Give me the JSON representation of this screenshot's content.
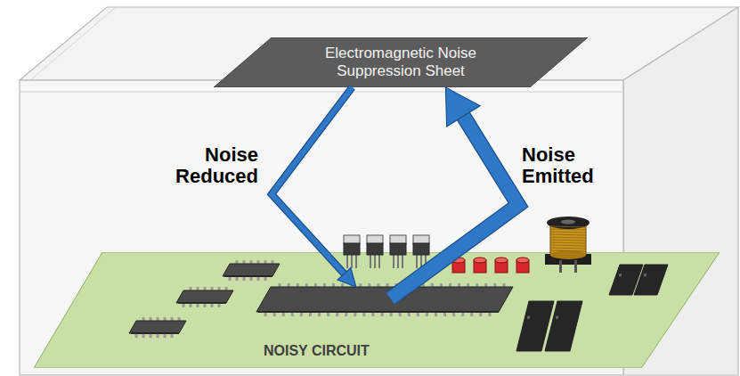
{
  "diagram": {
    "nodes": [
      {
        "text": [
          "Electromagnetic Noise Suppression Sheet"
        ]
      },
      {
        "text": [
          "NOISY CIRCUIT"
        ]
      }
    ],
    "edges": [
      {
        "from": 0,
        "to": 1,
        "arrow": "to",
        "label": "Noise Reduced"
      },
      {
        "from": 1,
        "to": 0,
        "arrow": "to",
        "label": "Noise Emitted"
      }
    ]
  }
}
